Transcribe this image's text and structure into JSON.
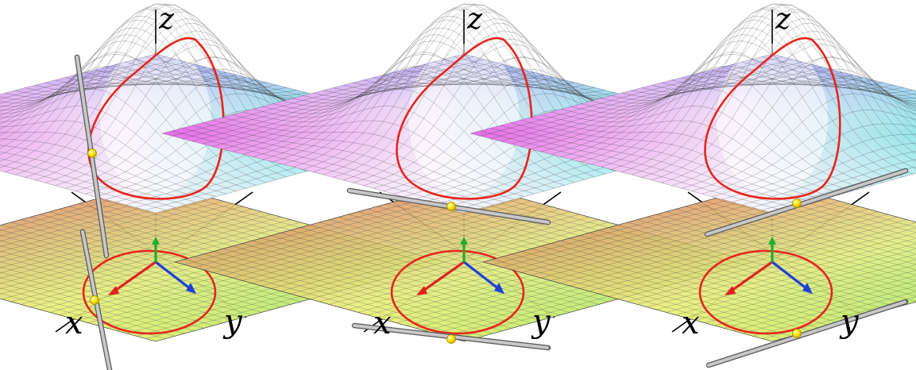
{
  "axis_labels": {
    "x": "x",
    "y": "y",
    "z": "z"
  },
  "panels": [
    {
      "name": "panel-1",
      "rod_orientation": "vertical-left",
      "upper_contact": "left side of level curve",
      "lower_contact": "left side of circle"
    },
    {
      "name": "panel-2",
      "rod_orientation": "horizontal-front",
      "upper_contact": "front of level curve",
      "lower_contact": "front of circle"
    },
    {
      "name": "panel-3",
      "rod_orientation": "diagonal-front-right",
      "upper_contact": "front-right of level curve",
      "lower_contact": "front-right of circle"
    }
  ],
  "colors": {
    "level_curve": "#e8251c",
    "x_arrow": "#e02020",
    "y_arrow": "#1f3fd8",
    "z_arrow": "#1fae2a",
    "contact_point": "#ffe600",
    "rod": "#9a9a9a",
    "mesh_line": "#1a1a1a"
  }
}
